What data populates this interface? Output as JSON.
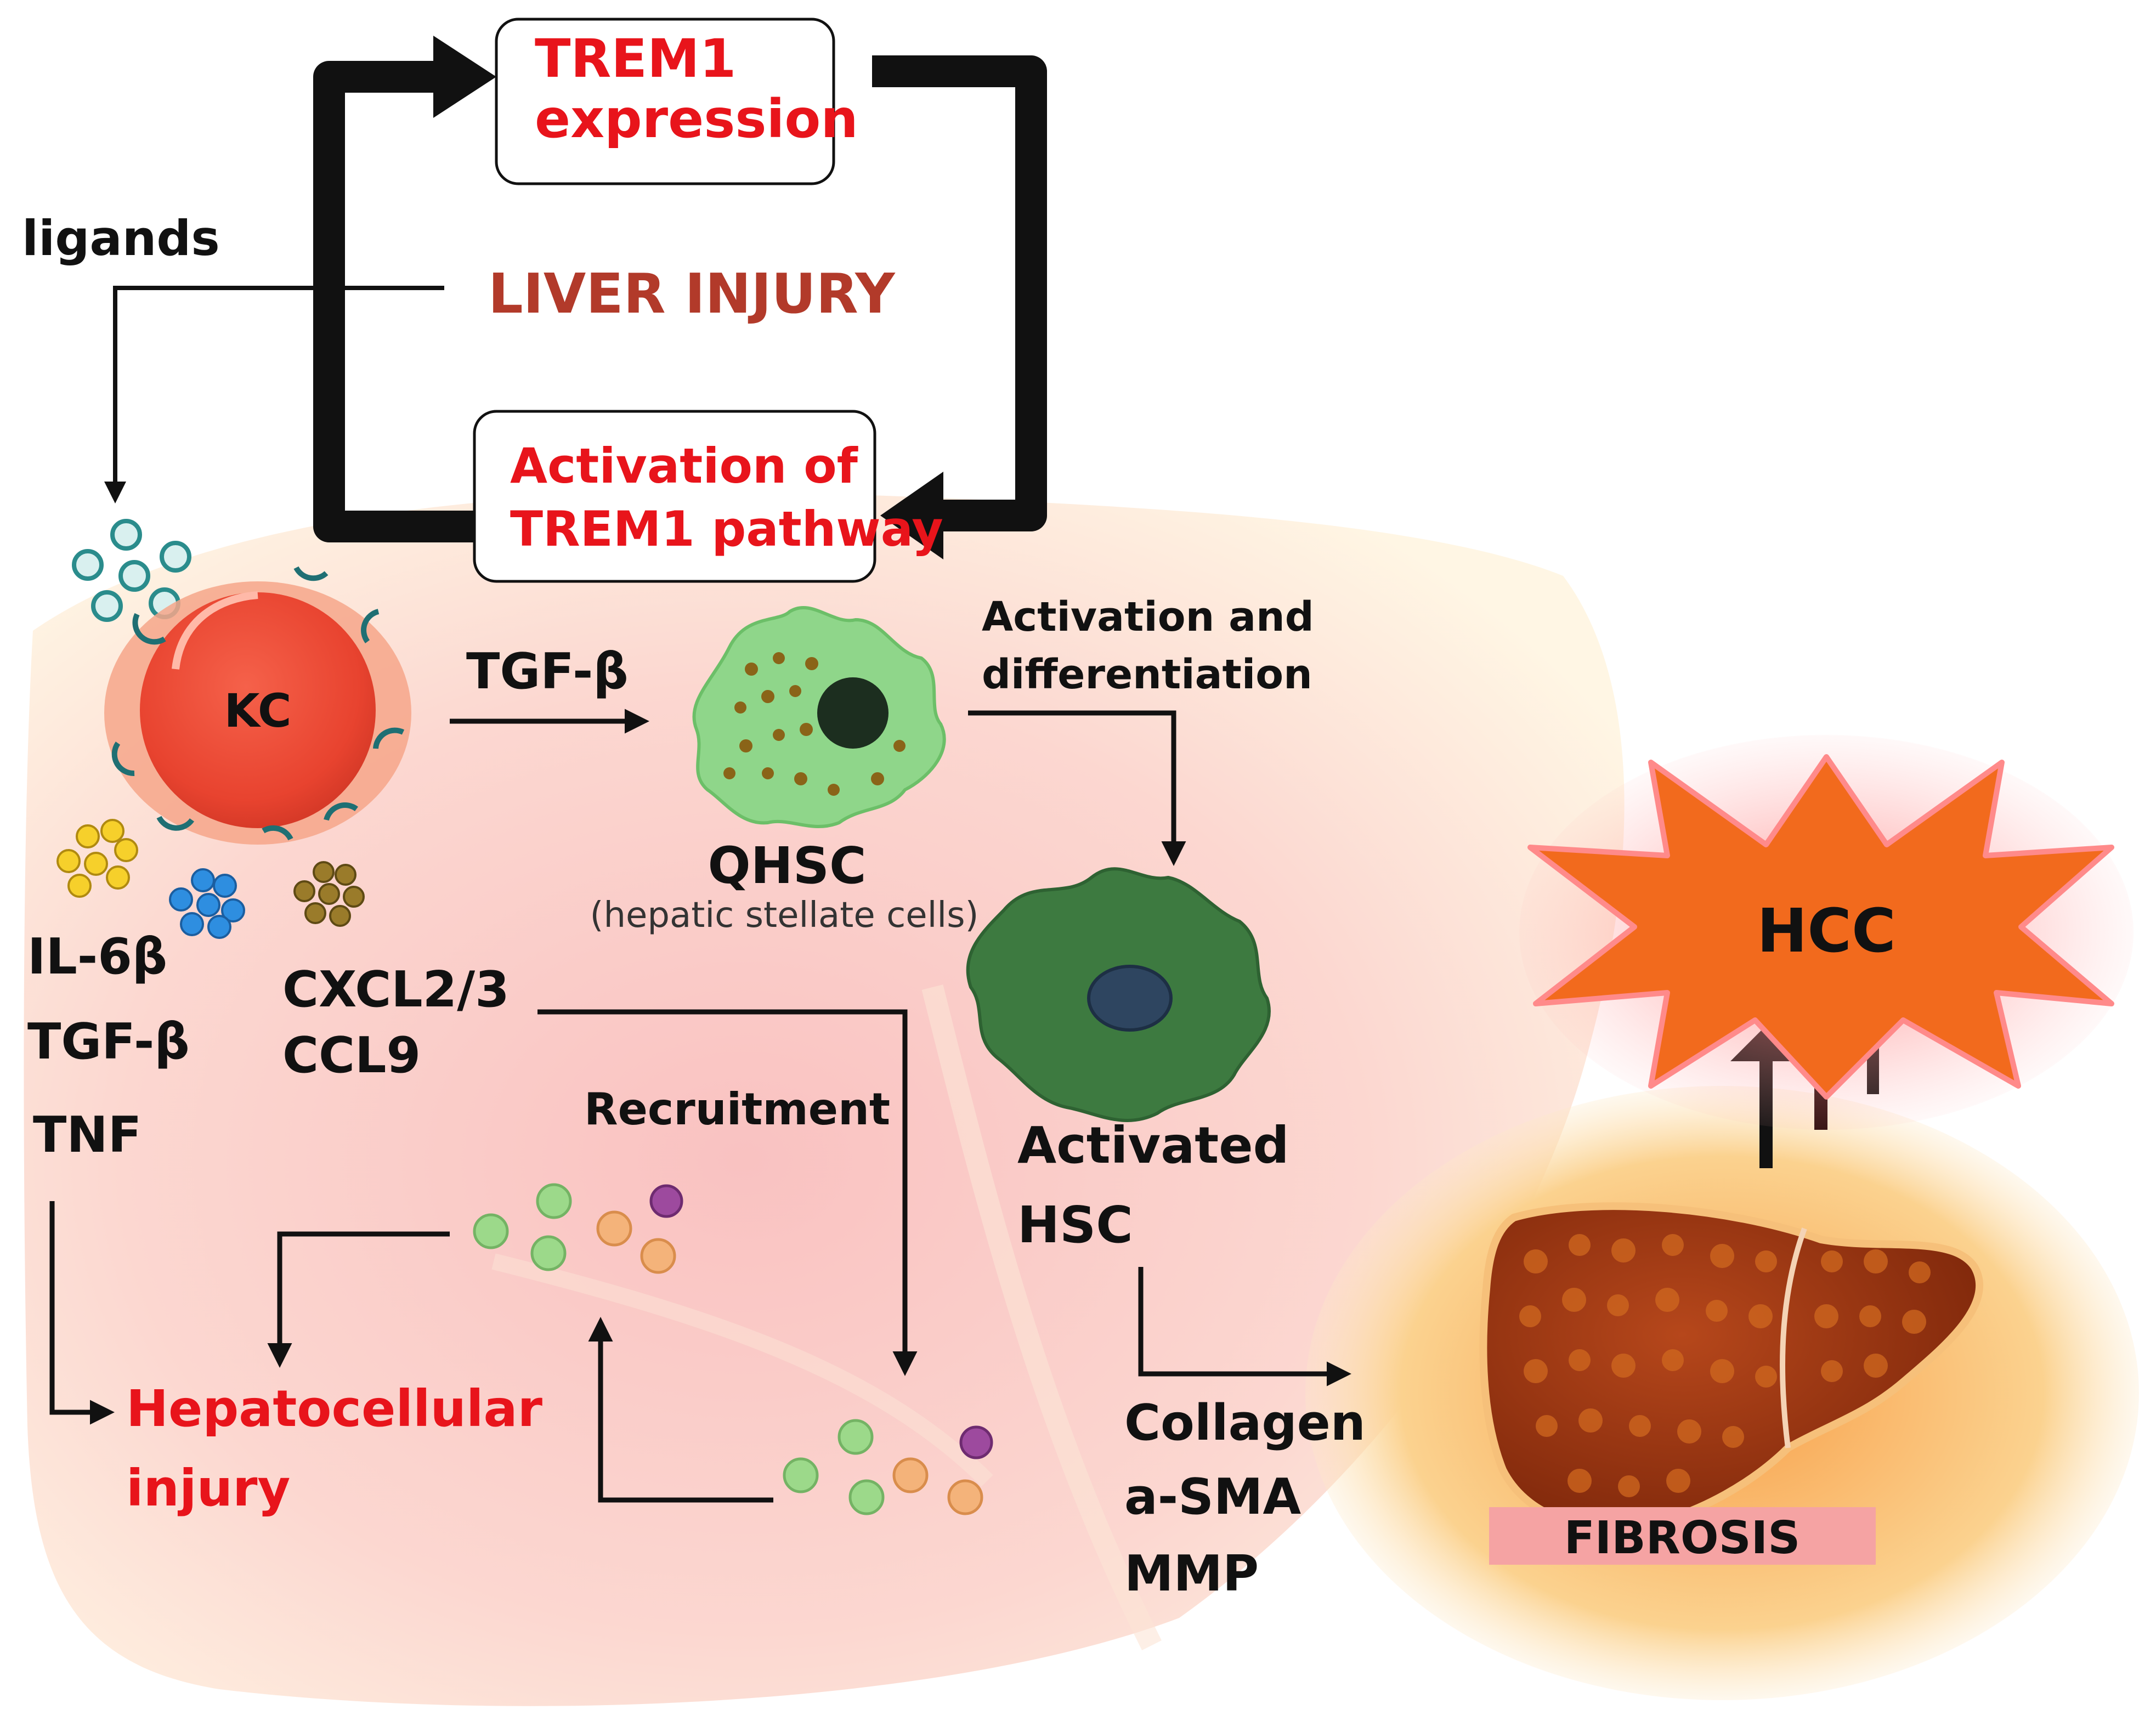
{
  "diagram": {
    "top_loop": {
      "trem1_expression": [
        "TREM1",
        "expression"
      ],
      "liver_injury": "LIVER INJURY",
      "activation_pathway": [
        "Activation of",
        "TREM1 pathway"
      ]
    },
    "ligands": "ligands",
    "kc": {
      "label": "KC",
      "cytokines": [
        "IL-6β",
        "TGF-β",
        "TNF"
      ],
      "chemokines": [
        "CXCL2/3",
        "CCL9"
      ]
    },
    "tgf_arrow": "TGF-β",
    "qhsc": {
      "label": "QHSC",
      "sublabel": "(hepatic stellate cells)"
    },
    "activation_differentiation": [
      "Activation and",
      "differentiation"
    ],
    "activated_hsc": [
      "Activated",
      "HSC"
    ],
    "recruitment": "Recruitment",
    "hepatocellular_injury": [
      "Hepatocellular",
      "injury"
    ],
    "products": [
      "Collagen",
      "a-SMA",
      "MMP"
    ],
    "fibrosis": "FIBROSIS",
    "hcc": "HCC",
    "colors": {
      "red_text": "#e8141b",
      "liver_injury": "#b23a2a",
      "hcc_burst": "#f26a1d",
      "kc_cell": "#ee4a35",
      "qhsc_cell": "#8fd68a",
      "activated_hsc": "#3d7a40",
      "fibrosis_bar": "#f5a3a3",
      "liver_bg": "#f7c8c4",
      "cirrhotic_liver": "#9a3a10"
    }
  }
}
